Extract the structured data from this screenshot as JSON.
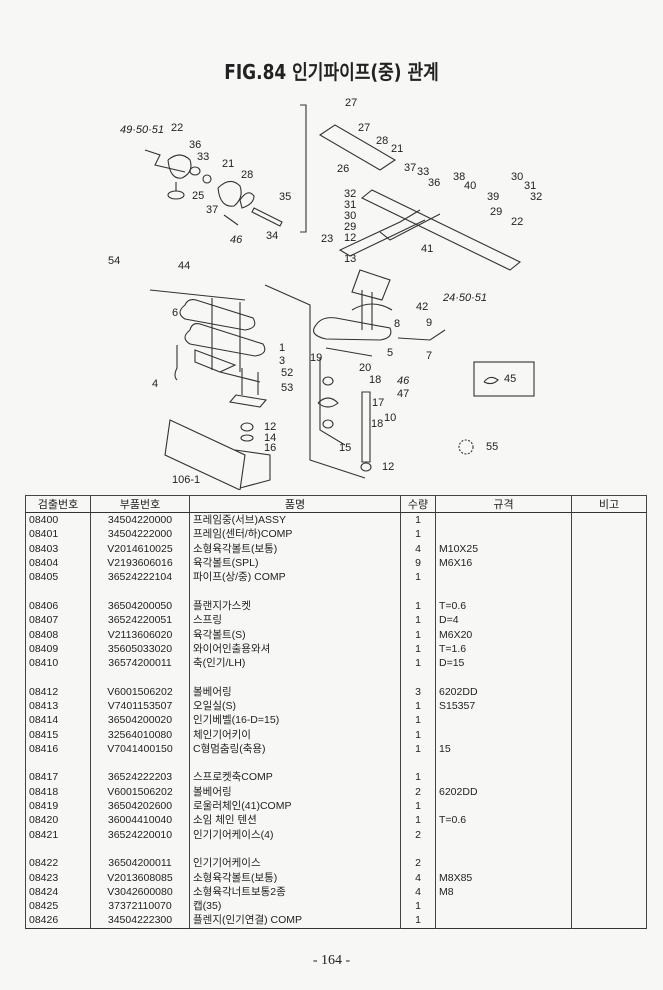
{
  "title": "FIG.84 인기파이프(중) 관계",
  "diagram": {
    "callouts": [
      "49·50·51",
      "22",
      "36",
      "33",
      "21",
      "28",
      "25",
      "37",
      "35",
      "34",
      "46",
      "27",
      "27",
      "28",
      "26",
      "21",
      "37",
      "33",
      "36",
      "38",
      "40",
      "39",
      "29",
      "30",
      "31",
      "32",
      "22",
      "32",
      "31",
      "30",
      "29",
      "12",
      "23",
      "13",
      "41",
      "24·50·51",
      "42",
      "54",
      "44",
      "6",
      "1",
      "3",
      "52",
      "53",
      "4",
      "8",
      "9",
      "7",
      "5",
      "19",
      "20",
      "18",
      "46",
      "47",
      "17",
      "10",
      "18",
      "12",
      "14",
      "16",
      "106-1",
      "15",
      "12",
      "45",
      "55"
    ]
  },
  "table": {
    "headers": [
      "검출번호",
      "부품번호",
      "품명",
      "수량",
      "규격",
      "비고"
    ],
    "groups": [
      [
        [
          "08400",
          "34504220000",
          "프레임중(서브)ASSY",
          "1",
          ""
        ],
        [
          "08401",
          "34504222000",
          "프레임(센터/하)COMP",
          "1",
          ""
        ],
        [
          "08403",
          "V2014610025",
          "소형육각볼트(보통)",
          "4",
          "M10X25"
        ],
        [
          "08404",
          "V2193606016",
          "육각볼트(SPL)",
          "9",
          "M6X16"
        ],
        [
          "08405",
          "36524222104",
          "파이프(상/중) COMP",
          "1",
          ""
        ]
      ],
      [
        [
          "08406",
          "36504200050",
          "플랜지가스켓",
          "1",
          "T=0.6"
        ],
        [
          "08407",
          "36524220051",
          "스프링",
          "1",
          "D=4"
        ],
        [
          "08408",
          "V2113606020",
          "육각볼트(S)",
          "1",
          "M6X20"
        ],
        [
          "08409",
          "35605033020",
          "와이어인출용와셔",
          "1",
          "T=1.6"
        ],
        [
          "08410",
          "36574200011",
          "축(인기/LH)",
          "1",
          "D=15"
        ]
      ],
      [
        [
          "08412",
          "V6001506202",
          "볼베어링",
          "3",
          "6202DD"
        ],
        [
          "08413",
          "V7401153507",
          "오일실(S)",
          "1",
          "S15357"
        ],
        [
          "08414",
          "36504200020",
          "인기베벨(16-D=15)",
          "1",
          ""
        ],
        [
          "08415",
          "32564010080",
          "체인기어키이",
          "1",
          ""
        ],
        [
          "08416",
          "V7041400150",
          "C형멈춤링(축용)",
          "1",
          "15"
        ]
      ],
      [
        [
          "08417",
          "36524222203",
          "스프로켓축COMP",
          "1",
          ""
        ],
        [
          "08418",
          "V6001506202",
          "볼베어링",
          "2",
          "6202DD"
        ],
        [
          "08419",
          "36504202600",
          "로울러체인(41)COMP",
          "1",
          ""
        ],
        [
          "08420",
          "36004410040",
          "소임 체인 텐션",
          "1",
          "T=0.6"
        ],
        [
          "08421",
          "36524220010",
          "인기기어케이스(4)",
          "2",
          ""
        ]
      ],
      [
        [
          "08422",
          "36504200011",
          "인기기어케이스",
          "2",
          ""
        ],
        [
          "08423",
          "V2013608085",
          "소형육각볼트(보통)",
          "4",
          "M8X85"
        ],
        [
          "08424",
          "V3042600080",
          "소형육각너트보통2종",
          "4",
          "M8"
        ],
        [
          "08425",
          "37372110070",
          "캡(35)",
          "1",
          ""
        ],
        [
          "08426",
          "34504222300",
          "플렌지(인기연결) COMP",
          "1",
          ""
        ]
      ]
    ]
  },
  "page_number": "- 164 -"
}
